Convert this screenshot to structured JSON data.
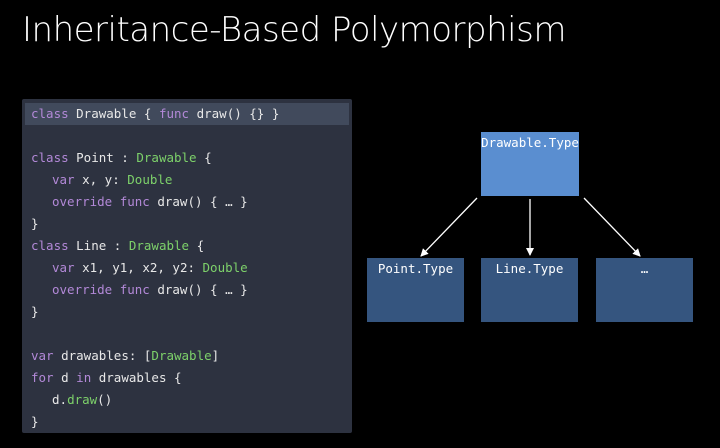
{
  "slide": {
    "title": "Inheritance-Based Polymorphism"
  },
  "code": {
    "lines": [
      [
        {
          "t": "class ",
          "c": "kw"
        },
        {
          "t": "Drawable { "
        },
        {
          "t": "func ",
          "c": "kw"
        },
        {
          "t": "draw() {} }"
        }
      ],
      [],
      [
        {
          "t": "class ",
          "c": "kw"
        },
        {
          "t": "Point : "
        },
        {
          "t": "Drawable",
          "c": "ty"
        },
        {
          "t": " {"
        }
      ],
      [
        {
          "t": "var ",
          "c": "kw"
        },
        {
          "t": "x, y: "
        },
        {
          "t": "Double",
          "c": "ty"
        }
      ],
      [
        {
          "t": "override func ",
          "c": "kw"
        },
        {
          "t": "draw() { … }"
        }
      ],
      [
        {
          "t": "}"
        }
      ],
      [
        {
          "t": "class ",
          "c": "kw"
        },
        {
          "t": "Line : "
        },
        {
          "t": "Drawable",
          "c": "ty"
        },
        {
          "t": " {"
        }
      ],
      [
        {
          "t": "var ",
          "c": "kw"
        },
        {
          "t": "x1, y1, x2, y2: "
        },
        {
          "t": "Double",
          "c": "ty"
        }
      ],
      [
        {
          "t": "override func ",
          "c": "kw"
        },
        {
          "t": "draw() { … }"
        }
      ],
      [
        {
          "t": "}"
        }
      ],
      [],
      [
        {
          "t": "var ",
          "c": "kw"
        },
        {
          "t": "drawables: ["
        },
        {
          "t": "Drawable",
          "c": "ty"
        },
        {
          "t": "]"
        }
      ],
      [
        {
          "t": "for ",
          "c": "kw"
        },
        {
          "t": "d "
        },
        {
          "t": "in ",
          "c": "kw"
        },
        {
          "t": "drawables {"
        }
      ],
      [
        {
          "t": "d."
        },
        {
          "t": "draw",
          "c": "ty"
        },
        {
          "t": "()"
        }
      ],
      [
        {
          "t": "}"
        }
      ]
    ]
  },
  "diagram": {
    "root": {
      "label": "Drawable.Type"
    },
    "children": [
      {
        "label": "Point.Type"
      },
      {
        "label": "Line.Type"
      },
      {
        "label": "…"
      }
    ]
  },
  "colors": {
    "keyword": "#b389d8",
    "type": "#7dd16a",
    "root_node": "#5a8ed0",
    "child_node": "#35557f",
    "code_bg": "#2d3240",
    "highlight_bg": "#414a5c"
  }
}
